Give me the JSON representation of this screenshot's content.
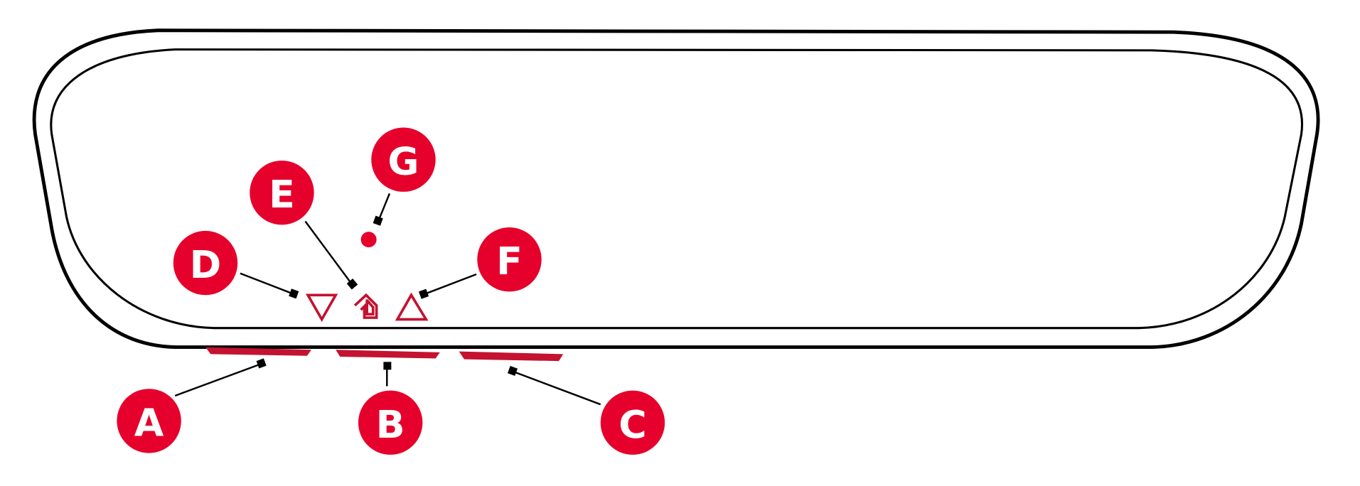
{
  "colors": {
    "callout": "#e6002c",
    "sensor": "#c41230",
    "outline": "#000000"
  },
  "callouts": {
    "a": "A",
    "b": "B",
    "c": "C",
    "d": "D",
    "e": "E",
    "f": "F",
    "g": "G"
  },
  "icons": {
    "d": "down-triangle-icon",
    "e": "home-arrow-icon",
    "f": "up-triangle-icon",
    "g": "indicator-dot-icon"
  }
}
